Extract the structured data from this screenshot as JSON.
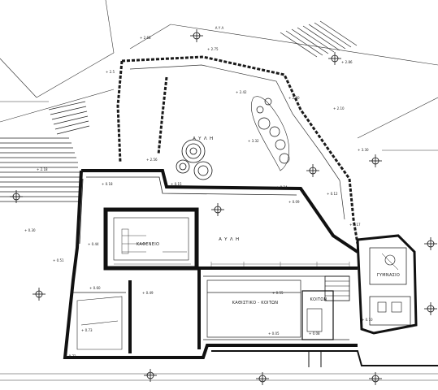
{
  "plan": {
    "rooms": {
      "kafeneio": "ΚΑΦΕΝΕΙΟ",
      "kathistiko_koiton": "ΚΑΘΙΣΤΙΚΟ - ΚΟΙΤΩΝ",
      "koiton": "ΚΟΙΤΩΝ",
      "gymnasio": "ΓΥΜΝΑΣΙΟ"
    },
    "courtyards": {
      "upper": "Α Υ Λ Η",
      "lower": "Α Υ Λ Η"
    },
    "sheet_label": "Α Υ Λ",
    "levels": {
      "l1": "+ 2.68",
      "l2": "+ 2.75",
      "l3": "+ 2.5",
      "l4": "+ 2.86",
      "l5": "+ 2.42",
      "l6": "+ 2.80",
      "l7": "+ 2.10",
      "l8": "+ 3.32",
      "l9": "+ 3.30",
      "l10": "+ 2.18",
      "l11": "+ 2.56",
      "l12": "+ 0.18",
      "l13": "+ 0.15",
      "l14": "+ 0.24",
      "l15": "+ 0.12",
      "l16": "+ 0.09",
      "l17": "+ 0.17",
      "l18": "+ 0.30",
      "l19": "+ 0.44",
      "l20": "+ 0.51",
      "l21": "+ 0.49",
      "l22": "+ 0.73",
      "l23": "+ 0.72",
      "l24": "+ 0.60",
      "l25": "+ 0.55",
      "l26": "+ 0.08",
      "l27": "+ 0.05",
      "l28": "+ 0.10"
    },
    "icons": {
      "level_marker": "level-marker-icon",
      "north": "north-arrow-icon",
      "tree": "tree-icon",
      "shrub": "shrub-icon"
    }
  }
}
